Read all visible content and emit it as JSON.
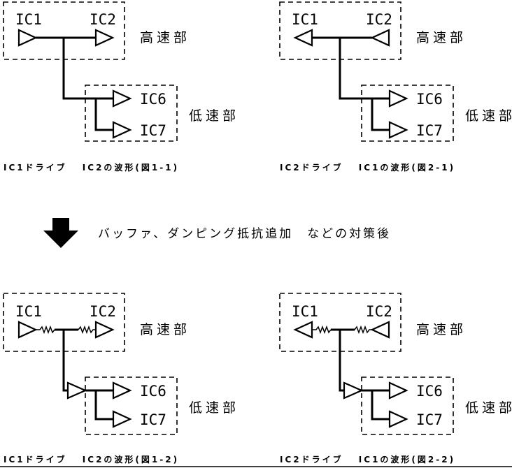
{
  "panels": [
    {
      "ic1": "IC1",
      "ic2": "IC2",
      "ic6": "IC6",
      "ic7": "IC7",
      "high": "高速部",
      "low": "低速部",
      "caption": "IC1ドライブ　 IC2の波形(図1-1)"
    },
    {
      "ic1": "IC1",
      "ic2": "IC2",
      "ic6": "IC6",
      "ic7": "IC7",
      "high": "高速部",
      "low": "低速部",
      "caption": "IC2ドライブ　 IC1の波形(図2-1)"
    },
    {
      "ic1": "IC1",
      "ic2": "IC2",
      "ic6": "IC6",
      "ic7": "IC7",
      "high": "高速部",
      "low": "低速部",
      "caption": "IC1ドライブ　 IC2の波形(図1-2)"
    },
    {
      "ic1": "IC1",
      "ic2": "IC2",
      "ic6": "IC6",
      "ic7": "IC7",
      "high": "高速部",
      "low": "低速部",
      "caption": "IC2ドライブ　 IC1の波形(図2-2)"
    }
  ],
  "middle": {
    "text": "バッファ、ダンピング抵抗追加　などの対策後"
  }
}
